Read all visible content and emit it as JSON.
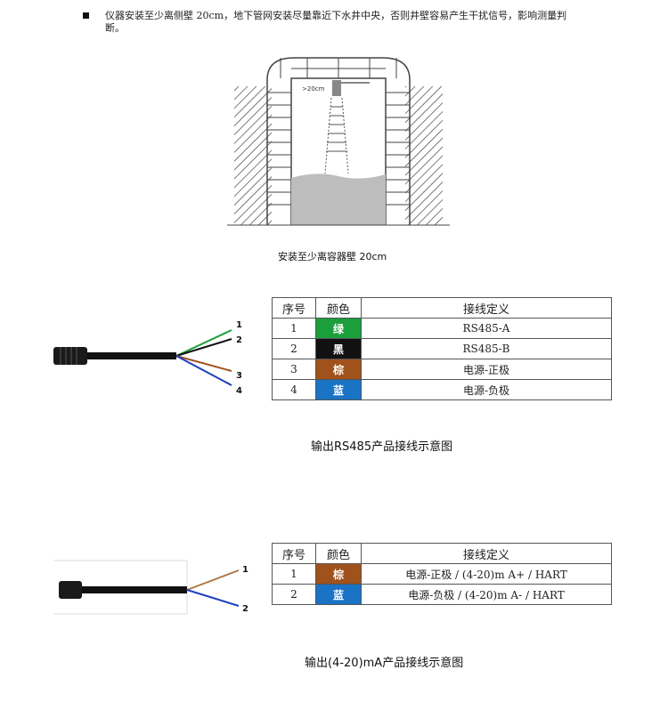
{
  "note": {
    "text": "仪器安装至少离侧壁 20cm，地下管网安装尽量靠近下水井中央，否则井壁容易产生干扰信号，影响测量判断。"
  },
  "well_figure": {
    "marker_label": ">20cm",
    "caption": "安装至少离容器壁 20cm"
  },
  "rs485": {
    "wire_labels": [
      "1",
      "2",
      "3",
      "4"
    ],
    "headers": {
      "no": "序号",
      "color": "颜色",
      "definition": "接线定义"
    },
    "rows": [
      {
        "no": "1",
        "color_name": "绿",
        "color": "#1a9f3c",
        "text_color": "#ffffff",
        "definition": "RS485-A"
      },
      {
        "no": "2",
        "color_name": "黑",
        "color": "#111111",
        "text_color": "#ffffff",
        "definition": "RS485-B"
      },
      {
        "no": "3",
        "color_name": "棕",
        "color": "#a0521d",
        "text_color": "#ffffff",
        "definition": "电源-正极"
      },
      {
        "no": "4",
        "color_name": "蓝",
        "color": "#1a73c4",
        "text_color": "#ffffff",
        "definition": "电源-负极"
      }
    ],
    "title": "输出RS485产品接线示意图"
  },
  "ma420": {
    "wire_labels": [
      "1",
      "2"
    ],
    "headers": {
      "no": "序号",
      "color": "颜色",
      "definition": "接线定义"
    },
    "rows": [
      {
        "no": "1",
        "color_name": "棕",
        "color": "#a0521d",
        "text_color": "#ffffff",
        "definition": "电源-正极  / (4-20)m A+ / HART"
      },
      {
        "no": "2",
        "color_name": "蓝",
        "color": "#1a73c4",
        "text_color": "#ffffff",
        "definition": "电源-负极  / (4-20)m A- / HART"
      }
    ],
    "title": "输出(4-20)mA产品接线示意图"
  }
}
